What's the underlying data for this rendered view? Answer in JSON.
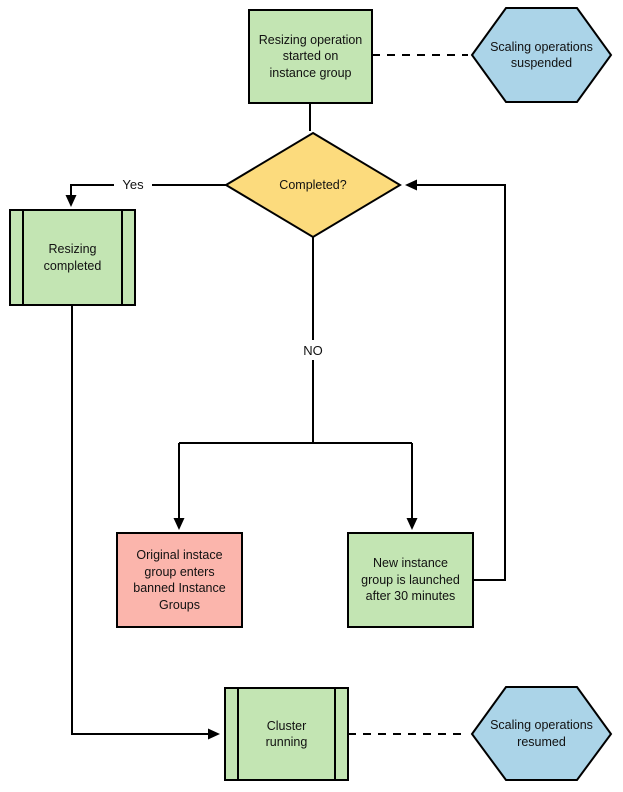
{
  "colors": {
    "process_fill": "#c3e5b3",
    "decision_fill": "#fcdb7d",
    "terminator_fill": "#abd4e8",
    "banned_fill": "#fbb5ac",
    "line": "#000000"
  },
  "nodes": {
    "start": {
      "label": "Resizing operation\nstarted on\ninstance group",
      "shape": "process"
    },
    "suspended": {
      "label": "Scaling operations\nsuspended",
      "shape": "hexagon"
    },
    "completed": {
      "label": "Completed?",
      "shape": "decision"
    },
    "resizing_completed": {
      "label": "Resizing\ncompleted",
      "shape": "predefined-process"
    },
    "banned": {
      "label": "Original instace\ngroup enters\nbanned Instance\nGroups",
      "shape": "process"
    },
    "new_group": {
      "label": "New instance\ngroup is launched\nafter 30 minutes",
      "shape": "process"
    },
    "cluster_running": {
      "label": "Cluster\nrunning",
      "shape": "predefined-process"
    },
    "resumed": {
      "label": "Scaling operations\nresumed",
      "shape": "hexagon"
    }
  },
  "edge_labels": {
    "yes": "Yes",
    "no": "NO"
  }
}
